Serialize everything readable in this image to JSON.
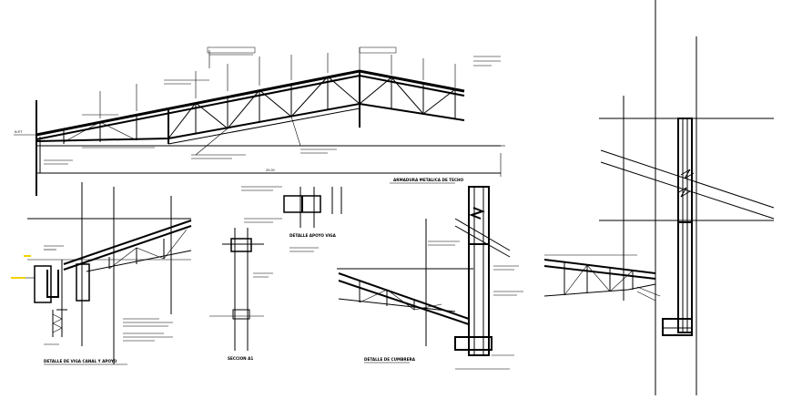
{
  "drawing": {
    "title_truss_detail": "ARMADURA METALICA DE TECHO",
    "title_beam_detail": "DETALLE DE VIGA CANAL Y APOYO",
    "title_support_detail": "DETALLE APOYO VIGA",
    "title_section": "SECCION A1",
    "title_ridge_detail": "DETALLE DE CUMBRERA",
    "title_plate_detail": "DETALLE DE PLACA",
    "level_mark": "N.P.T",
    "dimension_main": "25.00",
    "colors": {
      "lines": "#000000",
      "background": "#ffffff",
      "level_marker": "#f2d200"
    }
  }
}
